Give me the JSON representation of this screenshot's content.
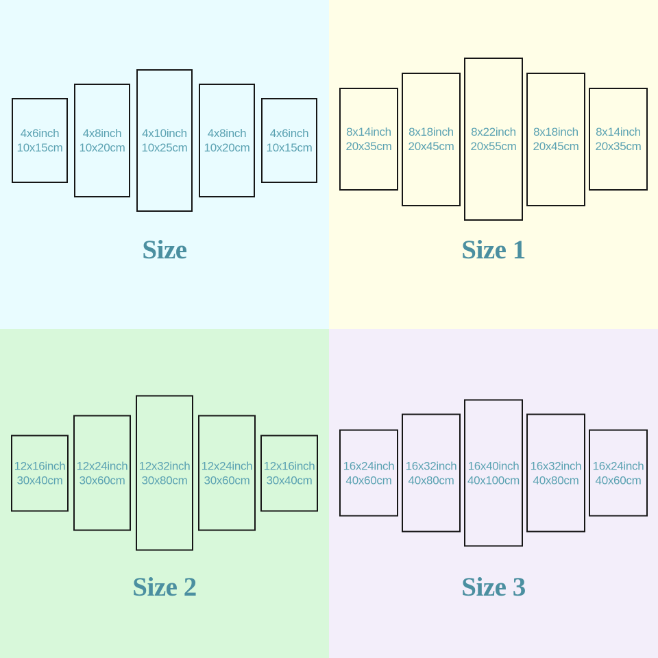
{
  "label_color": "#5ba2b2",
  "title_color": "#4b8fa0",
  "border_color": "#161616",
  "quadrants": [
    {
      "title": "Size",
      "bg": "#e9fcff",
      "panels": [
        {
          "line1": "4x6inch",
          "line2": "10x15cm"
        },
        {
          "line1": "4x8inch",
          "line2": "10x20cm"
        },
        {
          "line1": "4x10inch",
          "line2": "10x25cm"
        },
        {
          "line1": "4x8inch",
          "line2": "10x20cm"
        },
        {
          "line1": "4x6inch",
          "line2": "10x15cm"
        }
      ]
    },
    {
      "title": "Size 1",
      "bg": "#fffee7",
      "panels": [
        {
          "line1": "8x14inch",
          "line2": "20x35cm"
        },
        {
          "line1": "8x18inch",
          "line2": "20x45cm"
        },
        {
          "line1": "8x22inch",
          "line2": "20x55cm"
        },
        {
          "line1": "8x18inch",
          "line2": "20x45cm"
        },
        {
          "line1": "8x14inch",
          "line2": "20x35cm"
        }
      ]
    },
    {
      "title": "Size 2",
      "bg": "#d8f8da",
      "panels": [
        {
          "line1": "12x16inch",
          "line2": "30x40cm"
        },
        {
          "line1": "12x24inch",
          "line2": "30x60cm"
        },
        {
          "line1": "12x32inch",
          "line2": "30x80cm"
        },
        {
          "line1": "12x24inch",
          "line2": "30x60cm"
        },
        {
          "line1": "12x16inch",
          "line2": "30x40cm"
        }
      ]
    },
    {
      "title": "Size 3",
      "bg": "#f3eefa",
      "panels": [
        {
          "line1": "16x24inch",
          "line2": "40x60cm"
        },
        {
          "line1": "16x32inch",
          "line2": "40x80cm"
        },
        {
          "line1": "16x40inch",
          "line2": "40x100cm"
        },
        {
          "line1": "16x32inch",
          "line2": "40x80cm"
        },
        {
          "line1": "16x24inch",
          "line2": "40x60cm"
        }
      ]
    }
  ]
}
